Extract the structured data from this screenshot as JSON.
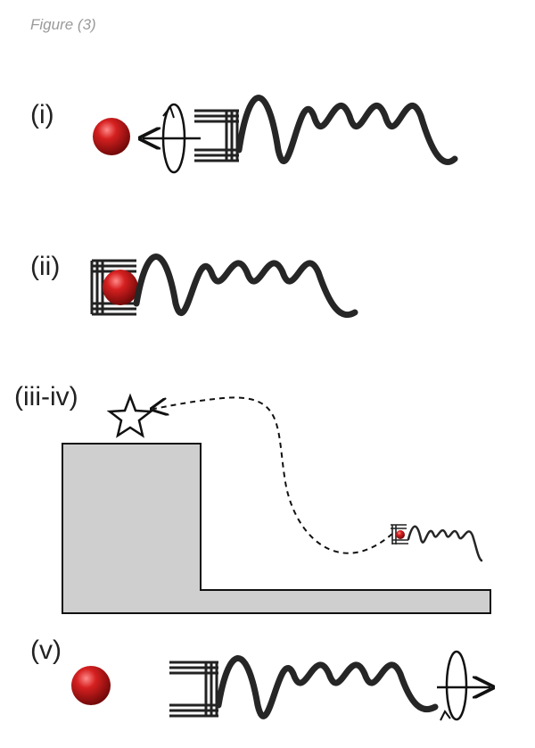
{
  "caption": "Figure (3)",
  "panels": [
    {
      "label": "(i)"
    },
    {
      "label": "(ii)"
    },
    {
      "label": "(iii-iv)"
    },
    {
      "label": "(v)"
    }
  ],
  "colors": {
    "sphere": "#cc1f1f",
    "coil": "#262626",
    "wall": "#cfcfcf",
    "line": "#111111"
  },
  "icons": [
    "sphere-icon",
    "rotation-arrow-icon",
    "star-icon",
    "motor-icon"
  ]
}
